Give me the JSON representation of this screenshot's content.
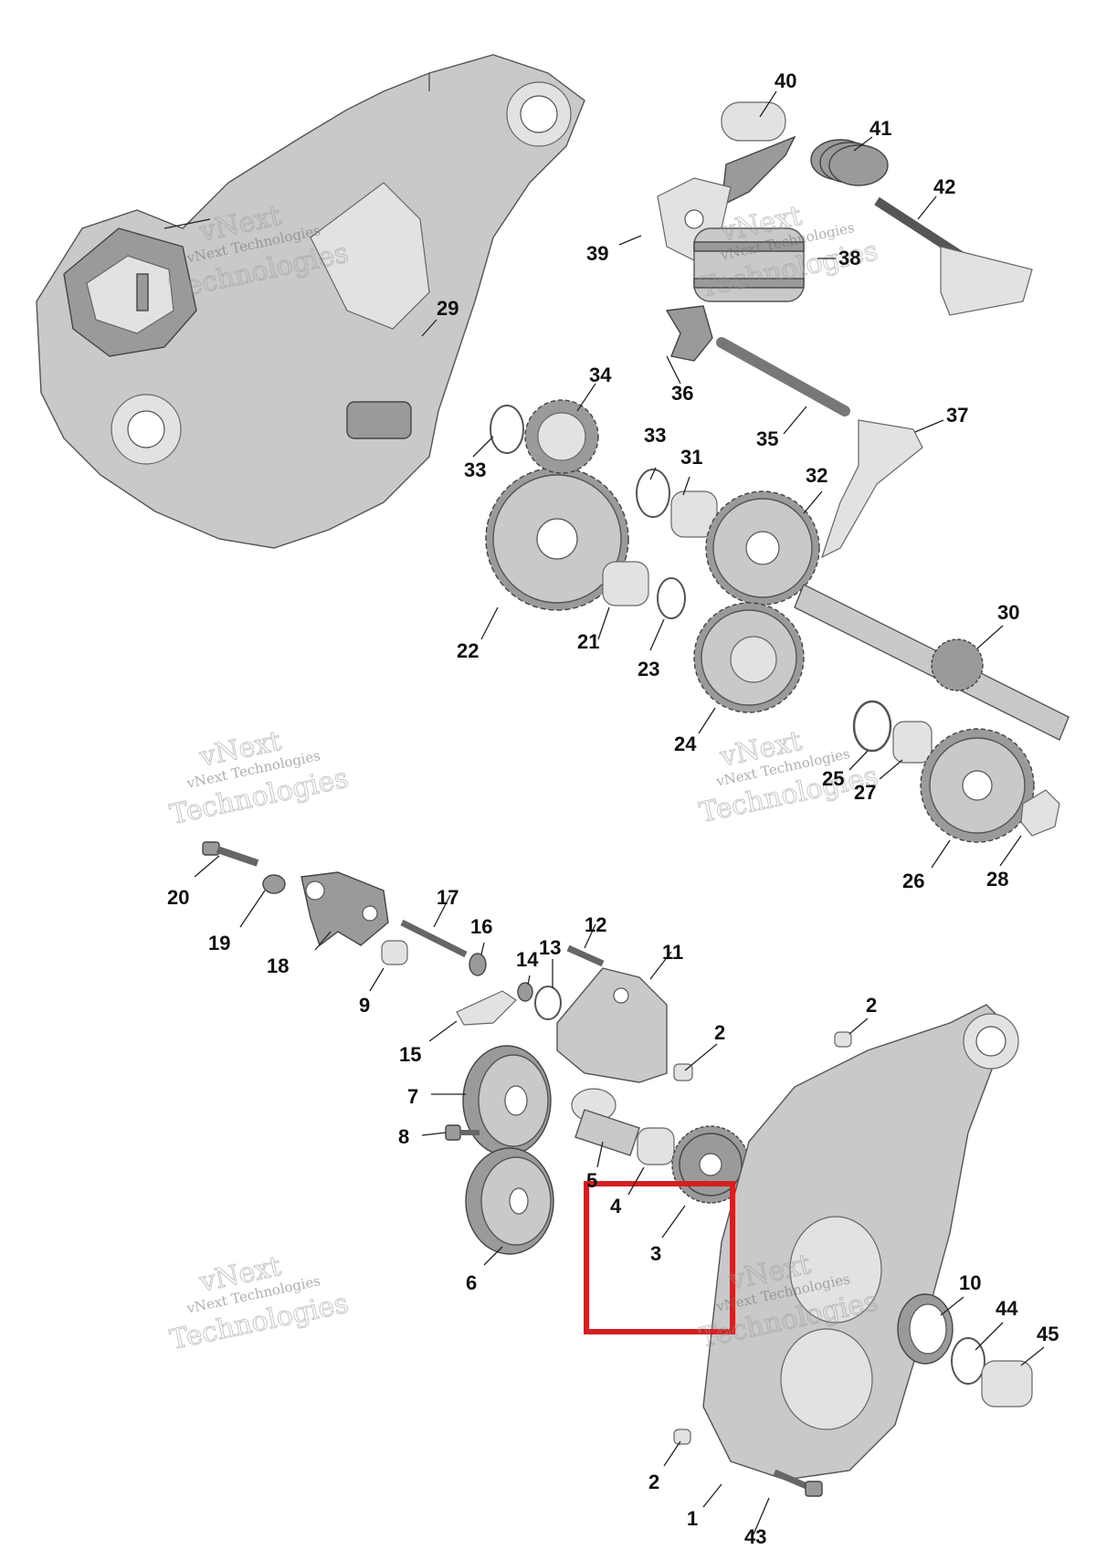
{
  "watermark": {
    "line1": "vNext Technologies",
    "line2": "Technologies",
    "overline": "vNext"
  },
  "callouts": [
    {
      "id": "c40",
      "text": "40"
    },
    {
      "id": "c41",
      "text": "41"
    },
    {
      "id": "c42",
      "text": "42"
    },
    {
      "id": "c39",
      "text": "39"
    },
    {
      "id": "c38",
      "text": "38"
    },
    {
      "id": "c29",
      "text": "29"
    },
    {
      "id": "c34",
      "text": "34"
    },
    {
      "id": "c36",
      "text": "36"
    },
    {
      "id": "c37",
      "text": "37"
    },
    {
      "id": "c33a",
      "text": "33"
    },
    {
      "id": "c33b",
      "text": "33"
    },
    {
      "id": "c31",
      "text": "31"
    },
    {
      "id": "c35",
      "text": "35"
    },
    {
      "id": "c32",
      "text": "32"
    },
    {
      "id": "c30",
      "text": "30"
    },
    {
      "id": "c22",
      "text": "22"
    },
    {
      "id": "c21",
      "text": "21"
    },
    {
      "id": "c23",
      "text": "23"
    },
    {
      "id": "c24",
      "text": "24"
    },
    {
      "id": "c25",
      "text": "25"
    },
    {
      "id": "c27",
      "text": "27"
    },
    {
      "id": "c26",
      "text": "26"
    },
    {
      "id": "c28",
      "text": "28"
    },
    {
      "id": "c20",
      "text": "20"
    },
    {
      "id": "c19",
      "text": "19"
    },
    {
      "id": "c18",
      "text": "18"
    },
    {
      "id": "c17",
      "text": "17"
    },
    {
      "id": "c16",
      "text": "16"
    },
    {
      "id": "c14",
      "text": "14"
    },
    {
      "id": "c13",
      "text": "13"
    },
    {
      "id": "c12",
      "text": "12"
    },
    {
      "id": "c11",
      "text": "11"
    },
    {
      "id": "c9",
      "text": "9"
    },
    {
      "id": "c15",
      "text": "15"
    },
    {
      "id": "c2a",
      "text": "2"
    },
    {
      "id": "c2b",
      "text": "2"
    },
    {
      "id": "c7",
      "text": "7"
    },
    {
      "id": "c8",
      "text": "8"
    },
    {
      "id": "c5",
      "text": "5"
    },
    {
      "id": "c4",
      "text": "4"
    },
    {
      "id": "c3",
      "text": "3"
    },
    {
      "id": "c6",
      "text": "6"
    },
    {
      "id": "c10",
      "text": "10"
    },
    {
      "id": "c44",
      "text": "44"
    },
    {
      "id": "c45",
      "text": "45"
    },
    {
      "id": "c2c",
      "text": "2"
    },
    {
      "id": "c1",
      "text": "1"
    },
    {
      "id": "c43",
      "text": "43"
    }
  ],
  "colors": {
    "highlight": "#d42020",
    "part": "#c9c9c9",
    "text": "#111111"
  }
}
